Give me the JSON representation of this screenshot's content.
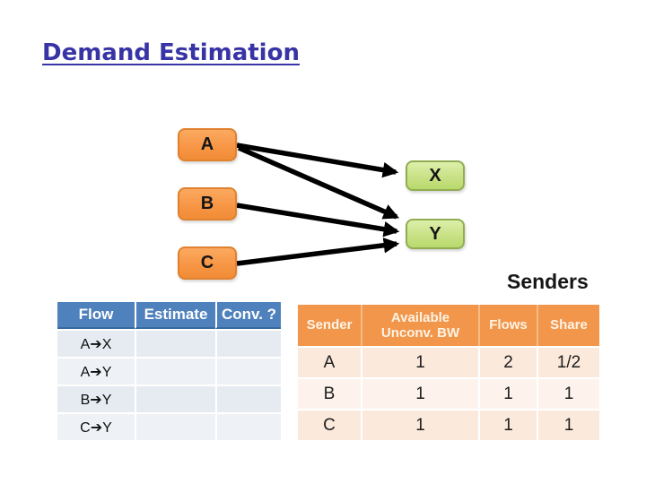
{
  "title": "Demand Estimation",
  "diagram": {
    "sender_nodes": [
      {
        "label": "A"
      },
      {
        "label": "B"
      },
      {
        "label": "C"
      }
    ],
    "receiver_nodes": [
      {
        "label": "X"
      },
      {
        "label": "Y"
      }
    ],
    "edges": [
      {
        "from": "A",
        "to": "X"
      },
      {
        "from": "A",
        "to": "Y"
      },
      {
        "from": "B",
        "to": "Y"
      },
      {
        "from": "C",
        "to": "Y"
      }
    ],
    "colors": {
      "sender_fill": "#f79646",
      "sender_border": "#e0812f",
      "receiver_fill": "#c9e186",
      "receiver_border": "#91ad52",
      "arrow": "#000000"
    }
  },
  "senders_heading": "Senders",
  "flow_table": {
    "header_color": "#4f81bd",
    "headers": [
      "Flow",
      "Estimate",
      "Conv. ?"
    ],
    "rows": [
      {
        "flow": "A➔X",
        "estimate": "",
        "conv": ""
      },
      {
        "flow": "A➔Y",
        "estimate": "",
        "conv": ""
      },
      {
        "flow": "B➔Y",
        "estimate": "",
        "conv": ""
      },
      {
        "flow": "C➔Y",
        "estimate": "",
        "conv": ""
      }
    ]
  },
  "sender_table": {
    "header_color": "#f2964b",
    "headers": [
      "Sender",
      "Available Unconv. BW",
      "Flows",
      "Share"
    ],
    "rows": [
      {
        "sender": "A",
        "available_unconv_bw": "1",
        "flows": "2",
        "share": "1/2"
      },
      {
        "sender": "B",
        "available_unconv_bw": "1",
        "flows": "1",
        "share": "1"
      },
      {
        "sender": "C",
        "available_unconv_bw": "1",
        "flows": "1",
        "share": "1"
      }
    ]
  }
}
